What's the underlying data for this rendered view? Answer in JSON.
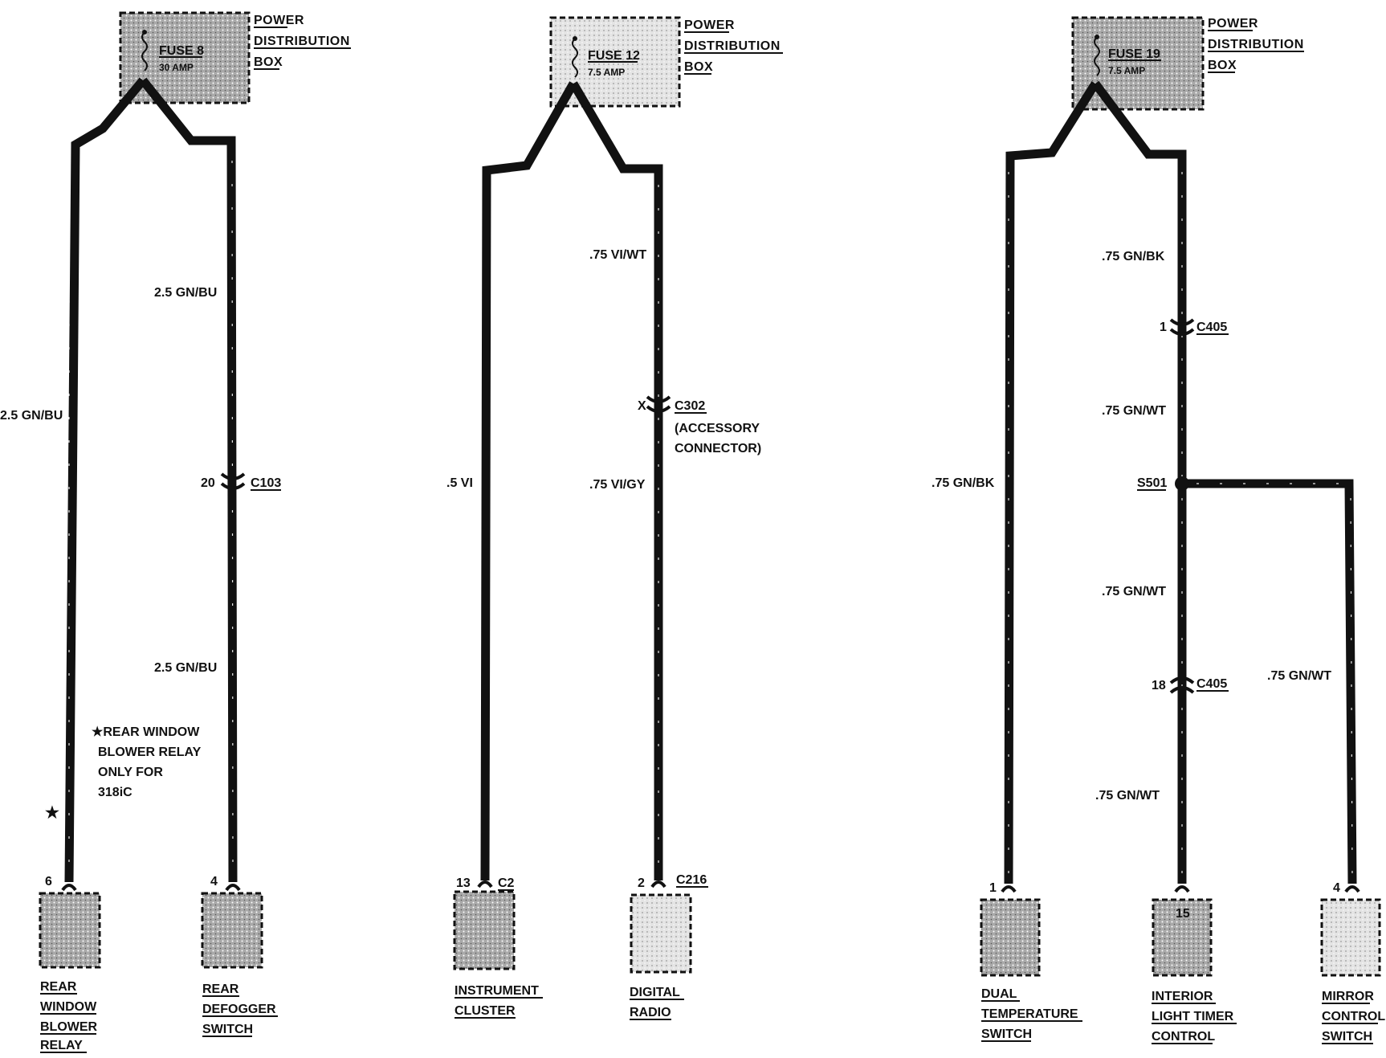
{
  "colors": {
    "ink": "#111111",
    "fill_dark": "#a9a9a9",
    "fill_light": "#dedede"
  },
  "fuses": [
    {
      "name": "FUSE 8",
      "rating": "30 AMP",
      "box_label": [
        "POWER",
        "DISTRIBUTION",
        "BOX"
      ]
    },
    {
      "name": "FUSE 12",
      "rating": "7.5 AMP",
      "box_label": [
        "POWER",
        "DISTRIBUTION",
        "BOX"
      ]
    },
    {
      "name": "FUSE 19",
      "rating": "7.5 AMP",
      "box_label": [
        "POWER",
        "DISTRIBUTION",
        "BOX"
      ]
    }
  ],
  "wire_labels": {
    "w1_left": "2.5 GN/BU",
    "w1_right_top": "2.5 GN/BU",
    "w1_right_bottom": "2.5 GN/BU",
    "w2_left": ".5 VI",
    "w2_right_top": ".75 VI/WT",
    "w2_right_bottom": ".75 VI/GY",
    "w3_left": ".75 GN/BK",
    "w3_mid_1": ".75 GN/BK",
    "w3_mid_2": ".75 GN/WT",
    "w3_mid_3": ".75 GN/WT",
    "w3_mid_4": ".75 GN/WT",
    "w3_right": ".75 GN/WT"
  },
  "connectors": {
    "c103": {
      "pin": "20",
      "name": "C103"
    },
    "c302": {
      "pin": "X",
      "name": "C302",
      "note": [
        "(ACCESSORY",
        "CONNECTOR)"
      ]
    },
    "c405_top": {
      "pin": "1",
      "name": "C405"
    },
    "c405_bottom": {
      "pin": "18",
      "name": "C405"
    },
    "s501": {
      "name": "S501"
    },
    "c2": {
      "pin": "13",
      "name": "C2"
    },
    "c216": {
      "pin": "2",
      "name": "C216"
    }
  },
  "components": [
    {
      "pin": "6",
      "label": [
        "REAR",
        "WINDOW",
        "BLOWER",
        "RELAY"
      ]
    },
    {
      "pin": "4",
      "label": [
        "REAR",
        "DEFOGGER",
        "SWITCH"
      ]
    },
    {
      "pin": "13",
      "label": [
        "INSTRUMENT",
        "CLUSTER"
      ]
    },
    {
      "pin": "2",
      "label": [
        "DIGITAL",
        "RADIO"
      ]
    },
    {
      "pin": "1",
      "label": [
        "DUAL",
        "TEMPERATURE",
        "SWITCH"
      ]
    },
    {
      "pin": "15",
      "label": [
        "INTERIOR",
        "LIGHT TIMER",
        "CONTROL"
      ]
    },
    {
      "pin": "4",
      "label": [
        "MIRROR",
        "CONTROL",
        "SWITCH"
      ]
    }
  ],
  "note": {
    "star": "★",
    "lines": [
      "★REAR WINDOW",
      "BLOWER RELAY",
      "ONLY FOR",
      "318iC"
    ]
  }
}
